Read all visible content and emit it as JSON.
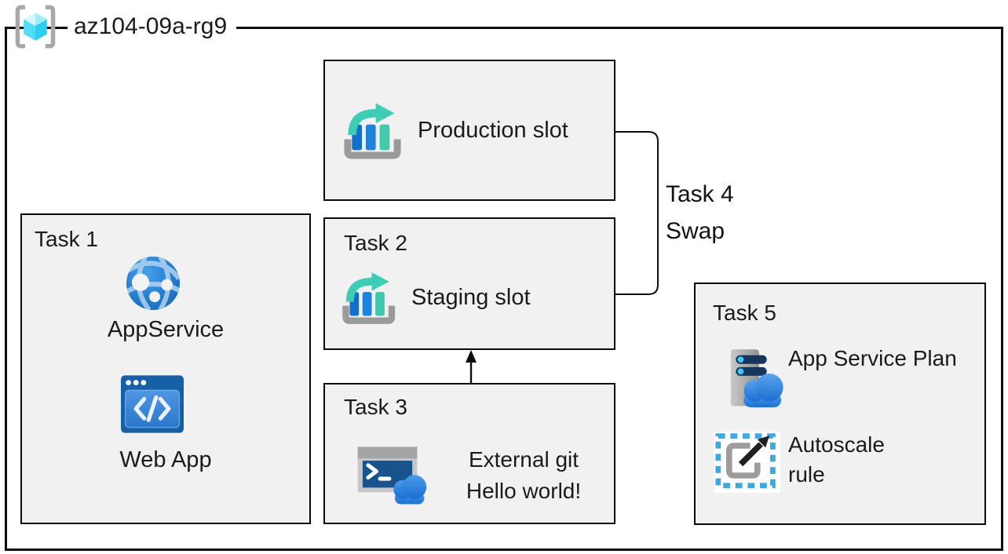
{
  "header": {
    "title": "az104-09a-rg9"
  },
  "production": {
    "label": "Production slot"
  },
  "task1": {
    "title": "Task 1",
    "item1_label": "AppService",
    "item2_label": "Web App"
  },
  "task2": {
    "title": "Task 2",
    "item_label": "Staging slot"
  },
  "task3": {
    "title": "Task 3",
    "line1": "External git",
    "line2": "Hello world!"
  },
  "task4": {
    "title": "Task 4",
    "label": "Swap"
  },
  "task5": {
    "title": "Task 5",
    "item1_label": "App Service Plan",
    "item2_label": "Autoscale rule"
  },
  "icons": {
    "resource_group": "resource-group-icon",
    "deployment_slot": "deployment-slot-icon",
    "app_service": "app-service-globe-icon",
    "web_app": "web-app-icon",
    "cloud_shell": "cloud-shell-icon",
    "app_service_plan": "app-service-plan-icon",
    "autoscale": "autoscale-icon"
  },
  "colors": {
    "panel_fill": "#f1f1f1",
    "line": "#0d0d0d",
    "azure_blue": "#1e82dd",
    "teal_accent": "#3ecdb4",
    "cube_cyan": "#55dcf4",
    "cloud_blue": "#1b6fd2",
    "bracket_gray": "#a8a8a8"
  }
}
